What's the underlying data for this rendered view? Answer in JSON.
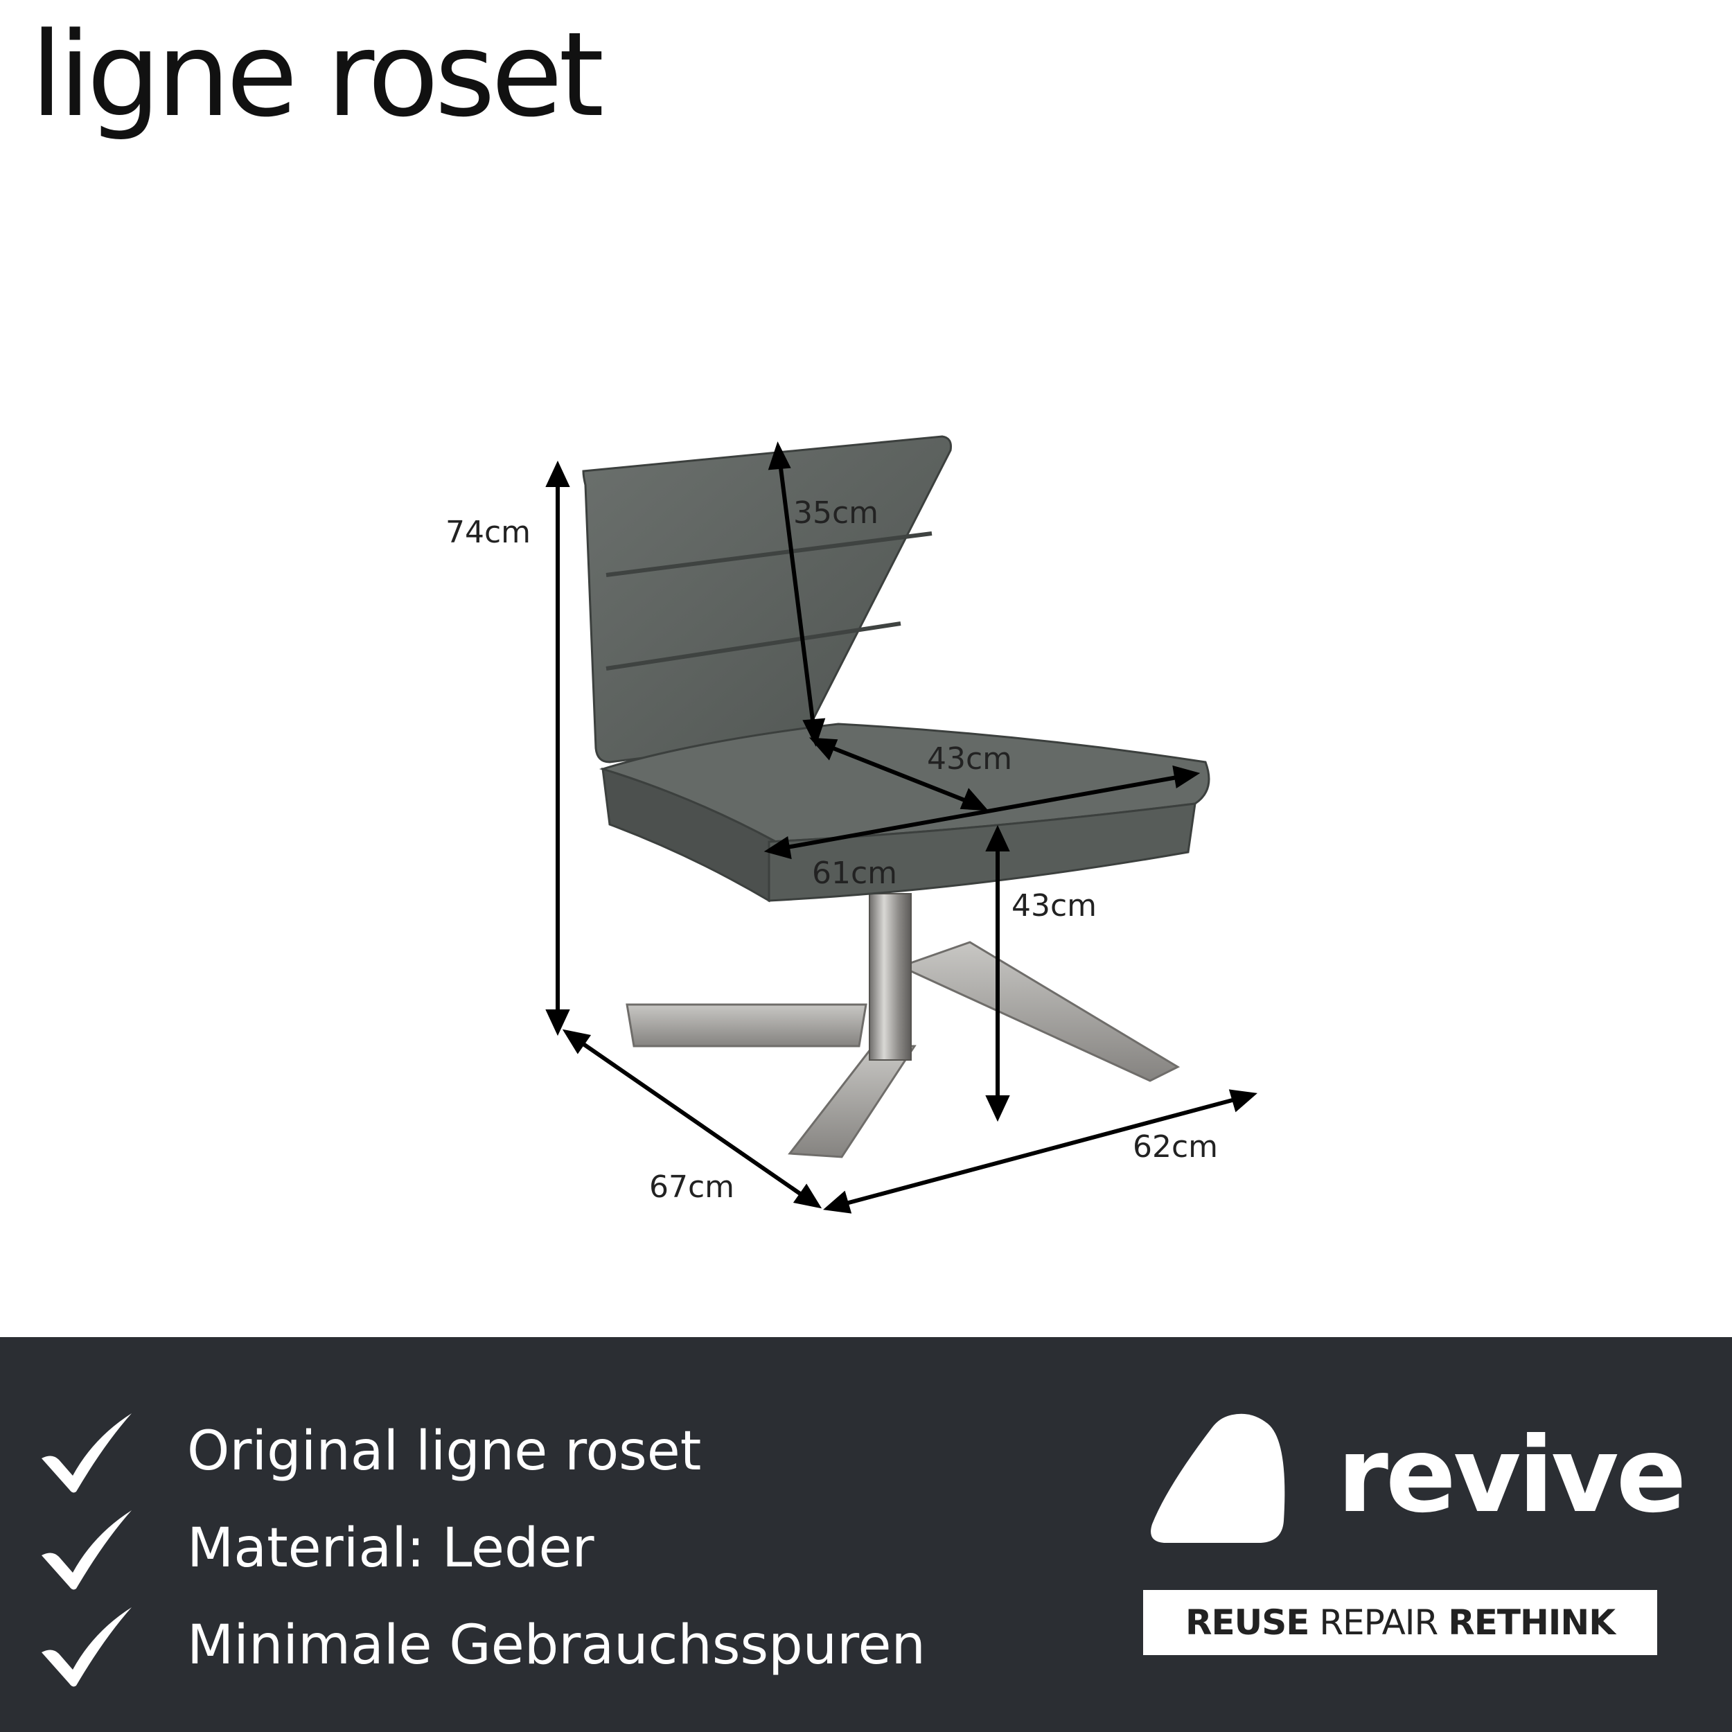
{
  "brand": {
    "logo_text": "ligne roset"
  },
  "dimensions": {
    "height_total": "74cm",
    "backrest_height": "35cm",
    "seat_depth": "43cm",
    "seat_width": "61cm",
    "seat_height": "43cm",
    "depth_total": "67cm",
    "width_total": "62cm"
  },
  "features": [
    {
      "icon": "check-icon",
      "text": "Original ligne roset"
    },
    {
      "icon": "check-icon",
      "text": "Material: Leder"
    },
    {
      "icon": "check-icon",
      "text": "Minimale Gebrauchsspuren"
    }
  ],
  "revive": {
    "word": "revive",
    "tagline_1": "REUSE",
    "tagline_2": "REPAIR",
    "tagline_3": "RETHINK"
  },
  "colors": {
    "footer_bg": "#2b2e33",
    "leather": "#5f6461",
    "chrome": "#a9a8a5"
  }
}
